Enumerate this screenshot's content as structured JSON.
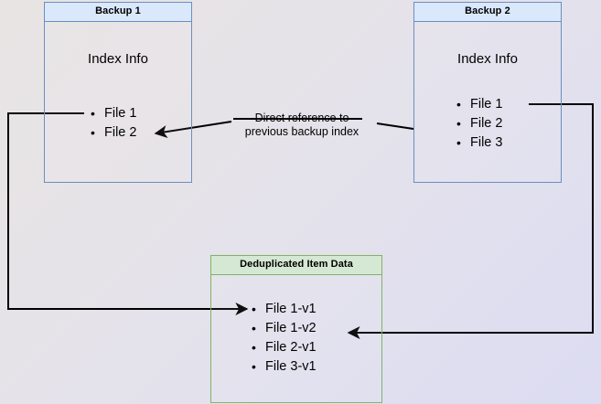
{
  "diagram": {
    "title": "Backup deduplication index reference diagram",
    "background": {
      "gradient_from": "#e8e4e4",
      "gradient_to": "#dcdcf2"
    },
    "colors": {
      "blue_fill": "#dae8fc",
      "blue_stroke": "#6c8ebf",
      "green_fill": "#d5e8d4",
      "green_stroke": "#82b366",
      "edge_stroke": "#000000"
    },
    "nodes": {
      "backup1": {
        "header": "Backup 1",
        "section_title": "Index Info",
        "files": [
          "File 1",
          "File 2"
        ]
      },
      "backup2": {
        "header": "Backup 2",
        "section_title": "Index Info",
        "files": [
          "File 1",
          "File 2",
          "File 3"
        ]
      },
      "dedup": {
        "header": "Deduplicated Item Data",
        "files": [
          "File 1-v1",
          "File 1-v2",
          "File 2-v1",
          "File 3-v1"
        ]
      }
    },
    "edges": {
      "direct_reference_label": "Direct reference to\nprevious backup index"
    }
  }
}
